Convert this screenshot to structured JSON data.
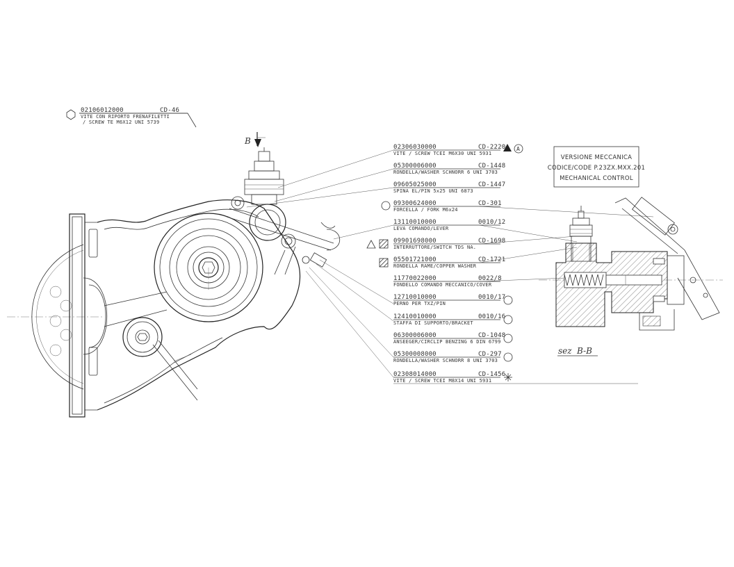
{
  "top_callout": {
    "code": "02106012000",
    "ref": "CD-46",
    "desc1": "VITE CON RIPORTO FRENAFILETTI",
    "desc2": "/ SCREW TE M6X12 UNI 5739"
  },
  "section_marker": "B",
  "parts": [
    {
      "code": "02306030000",
      "ref": "CD-2220",
      "desc": "VITE / SCREW TCEI M6X30 UNI 5931",
      "symbol": "triangle-filled-a"
    },
    {
      "code": "05300006000",
      "ref": "CD-1448",
      "desc": "RONDELLA/WASHER SCHNORR 6 UNI 3703",
      "symbol": ""
    },
    {
      "code": "09605025000",
      "ref": "CD-1447",
      "desc": "SPINA EL/PIN 5x25 UNI 6873",
      "symbol": ""
    },
    {
      "code": "09300624000",
      "ref": "CD-301",
      "desc": "FORCELLA / FORK M6x24",
      "symbol": "circle-left"
    },
    {
      "code": "13110010000",
      "ref": "0010/12",
      "desc": "LEVA COMANDO/LEVER",
      "symbol": ""
    },
    {
      "code": "09901698000",
      "ref": "CD-1698",
      "desc": "INTERRUTTORE/SWITCH TDS NA.",
      "symbol": "triangle-square-left"
    },
    {
      "code": "05501721000",
      "ref": "CD-1721",
      "desc": "RONDELLA RAME/COPPER WASHER",
      "symbol": "square-left"
    },
    {
      "code": "11770022000",
      "ref": "0022/8",
      "desc": "FONDELLO COMANDO MECCANICO/COVER",
      "symbol": ""
    },
    {
      "code": "12710010000",
      "ref": "0010/17",
      "desc": "PERNO PER TXZ/PIN",
      "symbol": "circle-right"
    },
    {
      "code": "12410010000",
      "ref": "0010/16",
      "desc": "STAFFA DI SUPPORTO/BRACKET",
      "symbol": "circle-right"
    },
    {
      "code": "06300006000",
      "ref": "CD-1048",
      "desc": "ANSEEGER/CIRCLIP BENZING 6 DIN 6799",
      "symbol": "circle-right"
    },
    {
      "code": "05300008000",
      "ref": "CD-297",
      "desc": "RONDELLA/WASHER SCHNORR 8 UNI 3703",
      "symbol": "circle-right"
    },
    {
      "code": "02308014000",
      "ref": "CD-1456",
      "desc": "VITE / SCREW TCEI M8X14 UNI 5931",
      "symbol": "star-right"
    }
  ],
  "version_box": {
    "line1": "VERSIONE MECCANICA",
    "line2": "CODICE/CODE P.23ZX.MXX.201",
    "line3": "MECHANICAL CONTROL"
  },
  "section_label": "sez",
  "section_name": "B-B"
}
